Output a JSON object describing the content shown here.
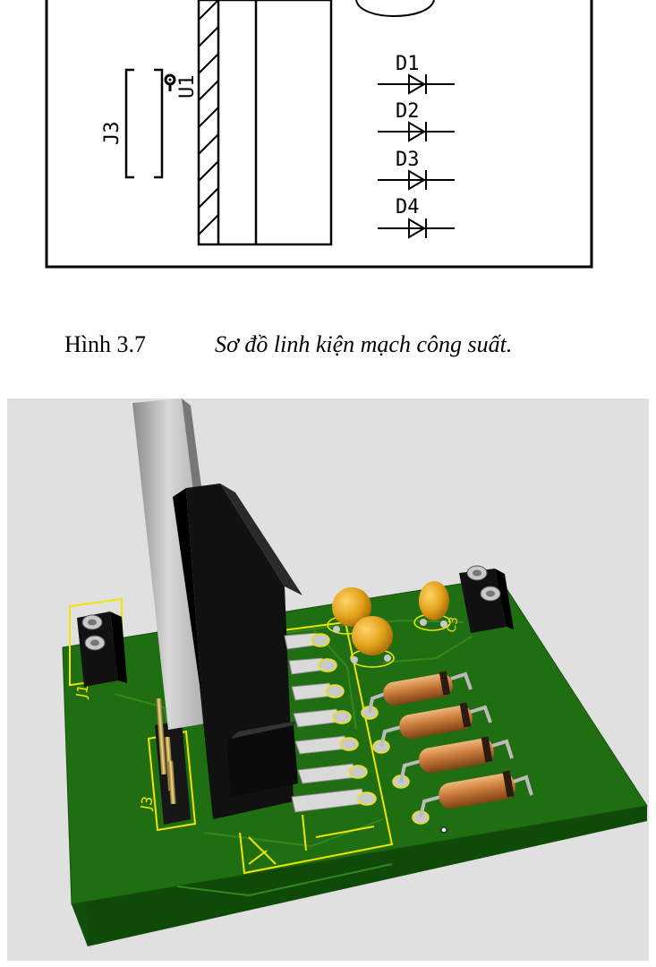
{
  "schematic": {
    "labels": {
      "j3": "J3",
      "u1": "U1",
      "d1": "D1",
      "d2": "D2",
      "d3": "D3",
      "d4": "D4"
    }
  },
  "caption": {
    "number": "Hình 3.7",
    "text": "Sơ đồ linh kiện mạch công suất."
  },
  "render": {
    "silkscreen": {
      "j1": "J1",
      "j3": "J3",
      "c3": "C3"
    },
    "colors": {
      "board": "#1f6e12",
      "silkscreen": "#f2e400",
      "background": "#e0e0e0",
      "resistor_body": "#c97b3a",
      "capacitor": "#e3a11a"
    }
  }
}
